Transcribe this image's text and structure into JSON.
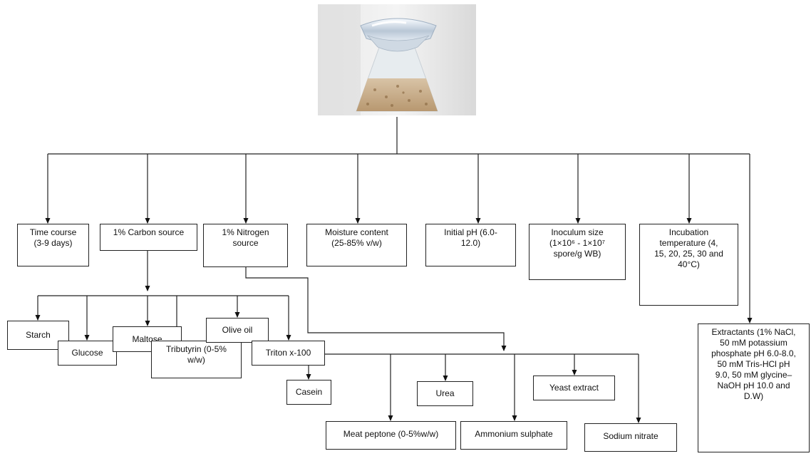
{
  "photo": {
    "name": "flask-photo",
    "description_icon": "solid-state-fermentation-flask"
  },
  "factors": {
    "time_course": "Time course\n(3-9 days)",
    "carbon_source": "1% Carbon source",
    "nitrogen_source": "1% Nitrogen\nsource",
    "moisture_content": "Moisture content\n(25-85% v/w)",
    "initial_ph": "Initial pH (6.0-\n12.0)",
    "inoculum_size": "Inoculum size\n(1×10⁶ - 1×10⁷\nspore/g WB)",
    "incubation_temperature": "Incubation\ntemperature (4,\n15, 20, 25, 30 and\n40°C)",
    "extractants": "Extractants (1% NaCl,\n50 mM potassium\nphosphate pH 6.0-8.0,\n50 mM Tris-HCl pH\n9.0, 50 mM glycine–\nNaOH pH 10.0 and\nD.W)"
  },
  "carbon_items": {
    "starch": "Starch",
    "glucose": "Glucose",
    "maltose": "Maltose",
    "tributyrin": "Tributyrin (0-5%\nw/w)",
    "olive_oil": "Olive oil",
    "triton": "Triton x-100"
  },
  "nitrogen_items": {
    "casein": "Casein",
    "meat_peptone": "Meat peptone (0-5%w/w)",
    "urea": "Urea",
    "ammonium_sulphate": "Ammonium sulphate",
    "yeast_extract": "Yeast extract",
    "sodium_nitrate": "Sodium nitrate"
  }
}
